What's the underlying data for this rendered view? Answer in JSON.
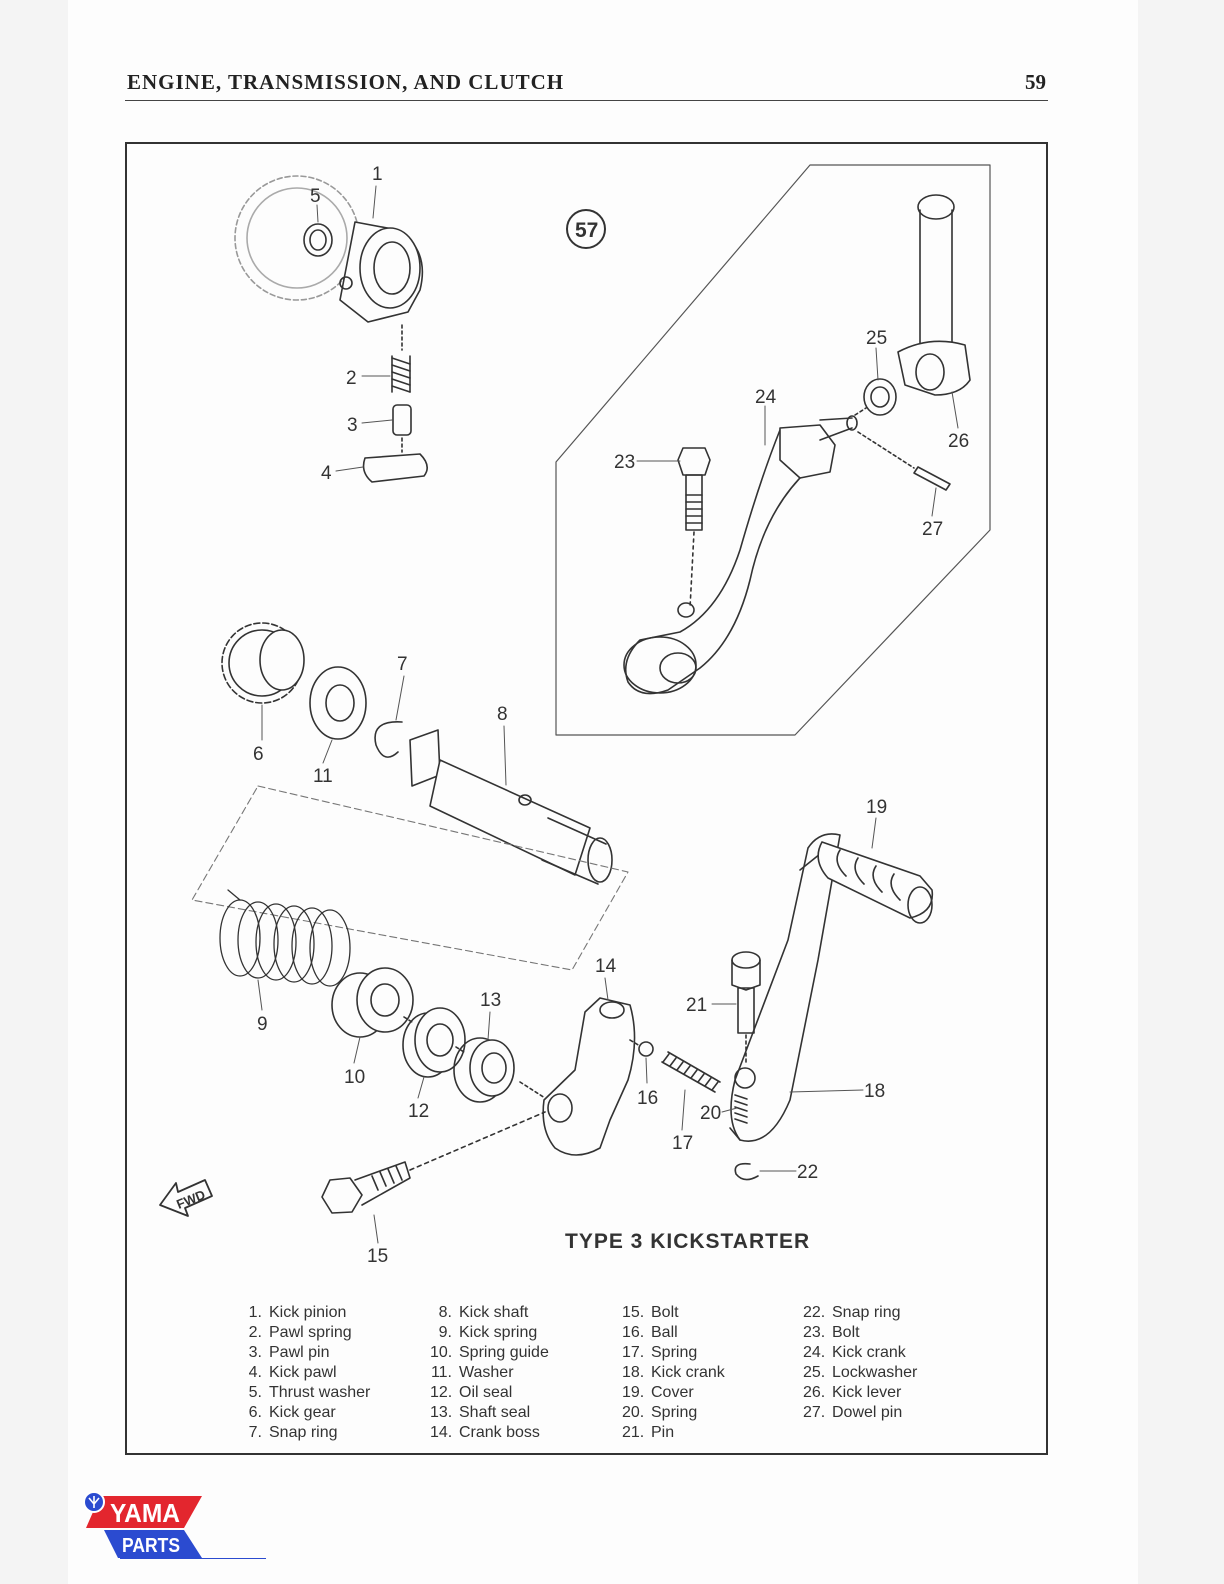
{
  "header": {
    "title": "ENGINE, TRANSMISSION, AND CLUTCH",
    "page_number": "59"
  },
  "figure": {
    "number": "57",
    "title": "TYPE 3 KICKSTARTER",
    "direction_label": "FWD",
    "callouts": [
      "1",
      "2",
      "3",
      "4",
      "5",
      "6",
      "7",
      "8",
      "9",
      "10",
      "11",
      "12",
      "13",
      "14",
      "15",
      "16",
      "17",
      "18",
      "19",
      "20",
      "21",
      "22",
      "23",
      "24",
      "25",
      "26",
      "27"
    ]
  },
  "legend": {
    "col1": [
      {
        "num": "1.",
        "label": "Kick pinion"
      },
      {
        "num": "2.",
        "label": "Pawl spring"
      },
      {
        "num": "3.",
        "label": "Pawl pin"
      },
      {
        "num": "4.",
        "label": "Kick pawl"
      },
      {
        "num": "5.",
        "label": "Thrust washer"
      },
      {
        "num": "6.",
        "label": "Kick gear"
      },
      {
        "num": "7.",
        "label": "Snap ring"
      }
    ],
    "col2": [
      {
        "num": "8.",
        "label": "Kick shaft"
      },
      {
        "num": "9.",
        "label": "Kick spring"
      },
      {
        "num": "10.",
        "label": "Spring guide"
      },
      {
        "num": "11.",
        "label": "Washer"
      },
      {
        "num": "12.",
        "label": "Oil seal"
      },
      {
        "num": "13.",
        "label": "Shaft seal"
      },
      {
        "num": "14.",
        "label": "Crank boss"
      }
    ],
    "col3": [
      {
        "num": "15.",
        "label": "Bolt"
      },
      {
        "num": "16.",
        "label": "Ball"
      },
      {
        "num": "17.",
        "label": "Spring"
      },
      {
        "num": "18.",
        "label": "Kick crank"
      },
      {
        "num": "19.",
        "label": "Cover"
      },
      {
        "num": "20.",
        "label": "Spring"
      },
      {
        "num": "21.",
        "label": "Pin"
      }
    ],
    "col4": [
      {
        "num": "22.",
        "label": "Snap ring"
      },
      {
        "num": "23.",
        "label": "Bolt"
      },
      {
        "num": "24.",
        "label": "Kick crank"
      },
      {
        "num": "25.",
        "label": "Lockwasher"
      },
      {
        "num": "26.",
        "label": "Kick lever"
      },
      {
        "num": "27.",
        "label": "Dowel pin"
      }
    ]
  },
  "logo": {
    "line1": "YAMA",
    "line2": "PARTS",
    "red": "#e3262e",
    "blue": "#2b4bd0"
  }
}
